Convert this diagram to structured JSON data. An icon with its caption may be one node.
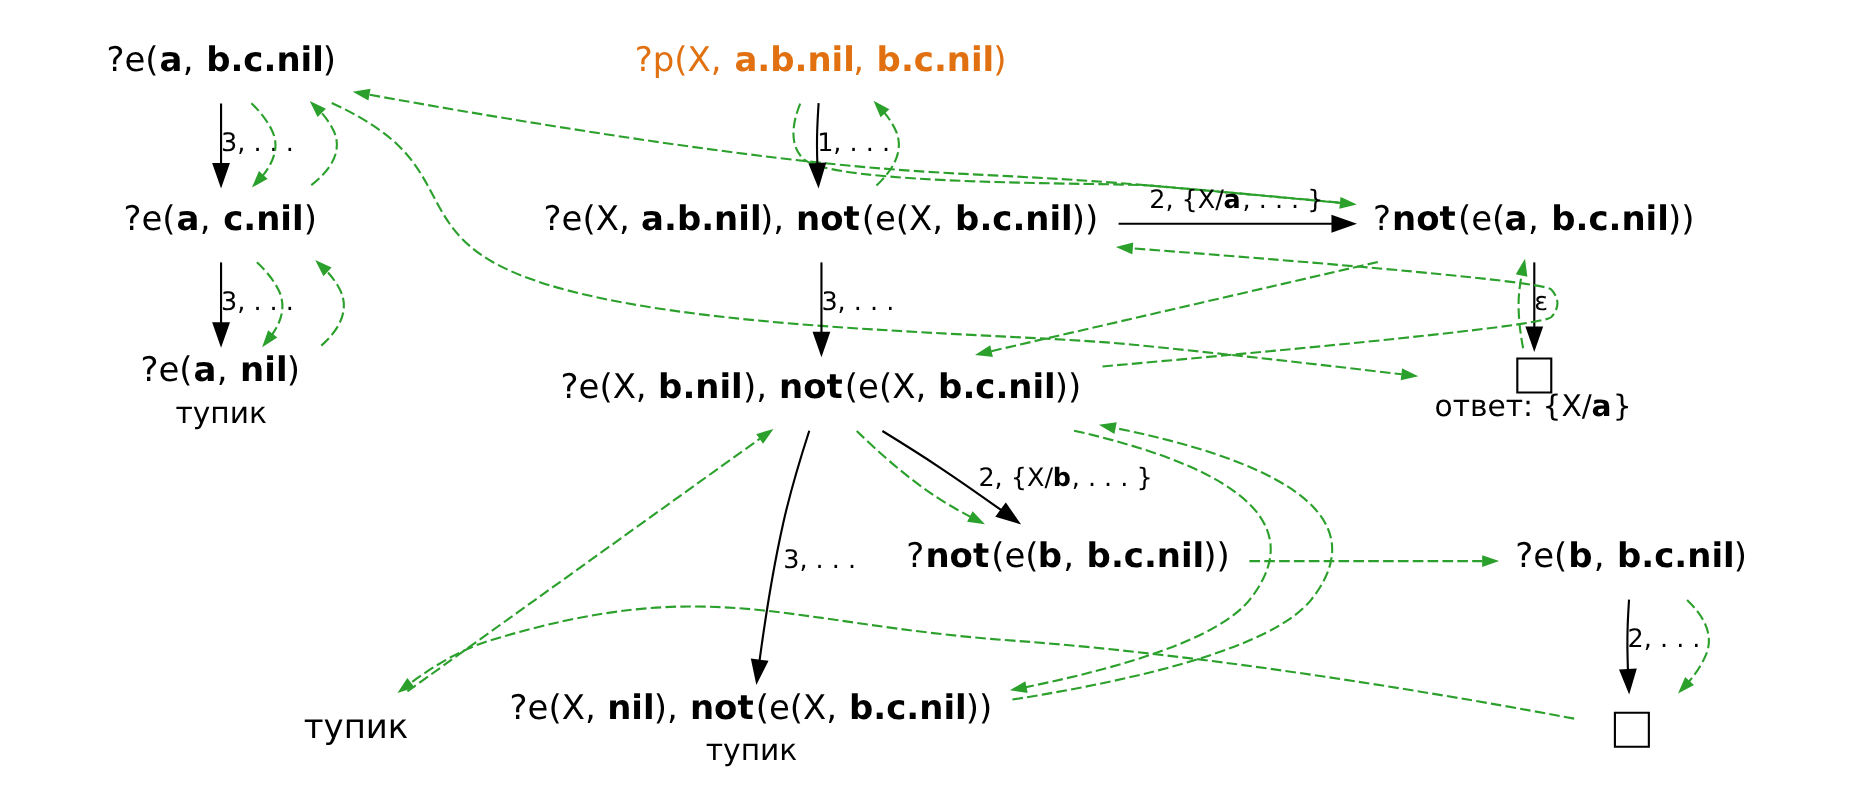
{
  "diagram": {
    "nodes": [
      {
        "text": [
          "?p(X, **a.b.nil**, **b.c.nil**)"
        ]
      },
      {
        "text": [
          "?e(X, **a.b.nil**), **not**(e(X, **b.c.nil**))"
        ]
      },
      {
        "text": [
          "?**not**(e(**a**, **b.c.nil**))"
        ]
      },
      {
        "text": [
          "?e(**a**, **b.c.nil**)"
        ]
      },
      {
        "text": [
          "?e(**a**, **c.nil**)"
        ]
      },
      {
        "text": [
          "?e(**a**, **nil**)"
        ],
        "beside": [
          "тупик"
        ]
      },
      {
        "text": [],
        "shape": "box",
        "beside": [
          "ответ: {X/**a**}"
        ]
      },
      {
        "text": [
          "?e(X, **b.nil**), **not**(e(X, **b.c.nil**))"
        ]
      },
      {
        "text": [
          "?**not**(e(**b**, **b.c.nil**))"
        ]
      },
      {
        "text": [
          "?e(**b**, **b.c.nil**)"
        ]
      },
      {
        "text": [],
        "shape": "box"
      },
      {
        "text": [
          "?e(X, **nil**), **not**(e(X, **b.c.nil**))"
        ],
        "beside": [
          "тупик"
        ]
      },
      {
        "text": [
          "тупик"
        ]
      }
    ],
    "edges": [
      {
        "from": 0,
        "to": 1,
        "arrow": "to",
        "label": "1, . . .",
        "color": "#000000"
      },
      {
        "from": 1,
        "to": 2,
        "arrow": "to",
        "label": "2, {X/**a**, . . . }",
        "color": "#000000"
      },
      {
        "from": 2,
        "to": 6,
        "arrow": "to",
        "label": "ε",
        "color": "#000000"
      },
      {
        "from": 3,
        "to": 4,
        "arrow": "to",
        "label": "3, . . .",
        "color": "#000000"
      },
      {
        "from": 4,
        "to": 5,
        "arrow": "to",
        "label": "3, . . .",
        "color": "#000000"
      },
      {
        "from": 1,
        "to": 7,
        "arrow": "to",
        "label": "3, . . .",
        "color": "#000000"
      },
      {
        "from": 7,
        "to": 8,
        "arrow": "to",
        "label": "2, {X/**b**, . . . }",
        "color": "#000000"
      },
      {
        "from": 7,
        "to": 11,
        "arrow": "to",
        "label": "3, . . .",
        "color": "#000000"
      },
      {
        "from": 9,
        "to": 10,
        "arrow": "to",
        "label": "2, . . .",
        "color": "#000000"
      },
      {
        "from": 0,
        "to": 2,
        "arrow": "to",
        "style": "dashed"
      },
      {
        "from": 2,
        "to": 3,
        "arrow": "to",
        "style": "dashed"
      },
      {
        "from": 3,
        "to": 4,
        "arrow": "to",
        "style": "dashed"
      },
      {
        "from": 4,
        "to": 5,
        "arrow": "to",
        "style": "dashed"
      },
      {
        "from": 5,
        "to": 4,
        "arrow": "to",
        "style": "dashed"
      },
      {
        "from": 4,
        "to": 3,
        "arrow": "to",
        "style": "dashed"
      },
      {
        "from": 3,
        "to": 6,
        "arrow": "to",
        "style": "dashed"
      },
      {
        "from": 6,
        "to": 2,
        "arrow": "to",
        "style": "dashed"
      },
      {
        "from": 2,
        "to": 7,
        "arrow": "to",
        "style": "dashed"
      },
      {
        "from": 7,
        "to": 8,
        "arrow": "to",
        "style": "dashed"
      },
      {
        "from": 8,
        "to": 9,
        "arrow": "to",
        "style": "dashed"
      },
      {
        "from": 9,
        "to": 10,
        "arrow": "to",
        "style": "dashed"
      },
      {
        "from": 10,
        "to": 12,
        "arrow": "to",
        "style": "dashed"
      },
      {
        "from": 12,
        "to": 7,
        "arrow": "to",
        "style": "dashed"
      },
      {
        "from": 7,
        "to": 11,
        "arrow": "to",
        "style": "dashed"
      },
      {
        "from": 11,
        "to": 7,
        "arrow": "to",
        "style": "dashed"
      },
      {
        "from": 7,
        "to": 1,
        "arrow": "to",
        "style": "dashed"
      },
      {
        "from": 1,
        "to": 0,
        "arrow": "to",
        "style": "dashed"
      }
    ]
  }
}
